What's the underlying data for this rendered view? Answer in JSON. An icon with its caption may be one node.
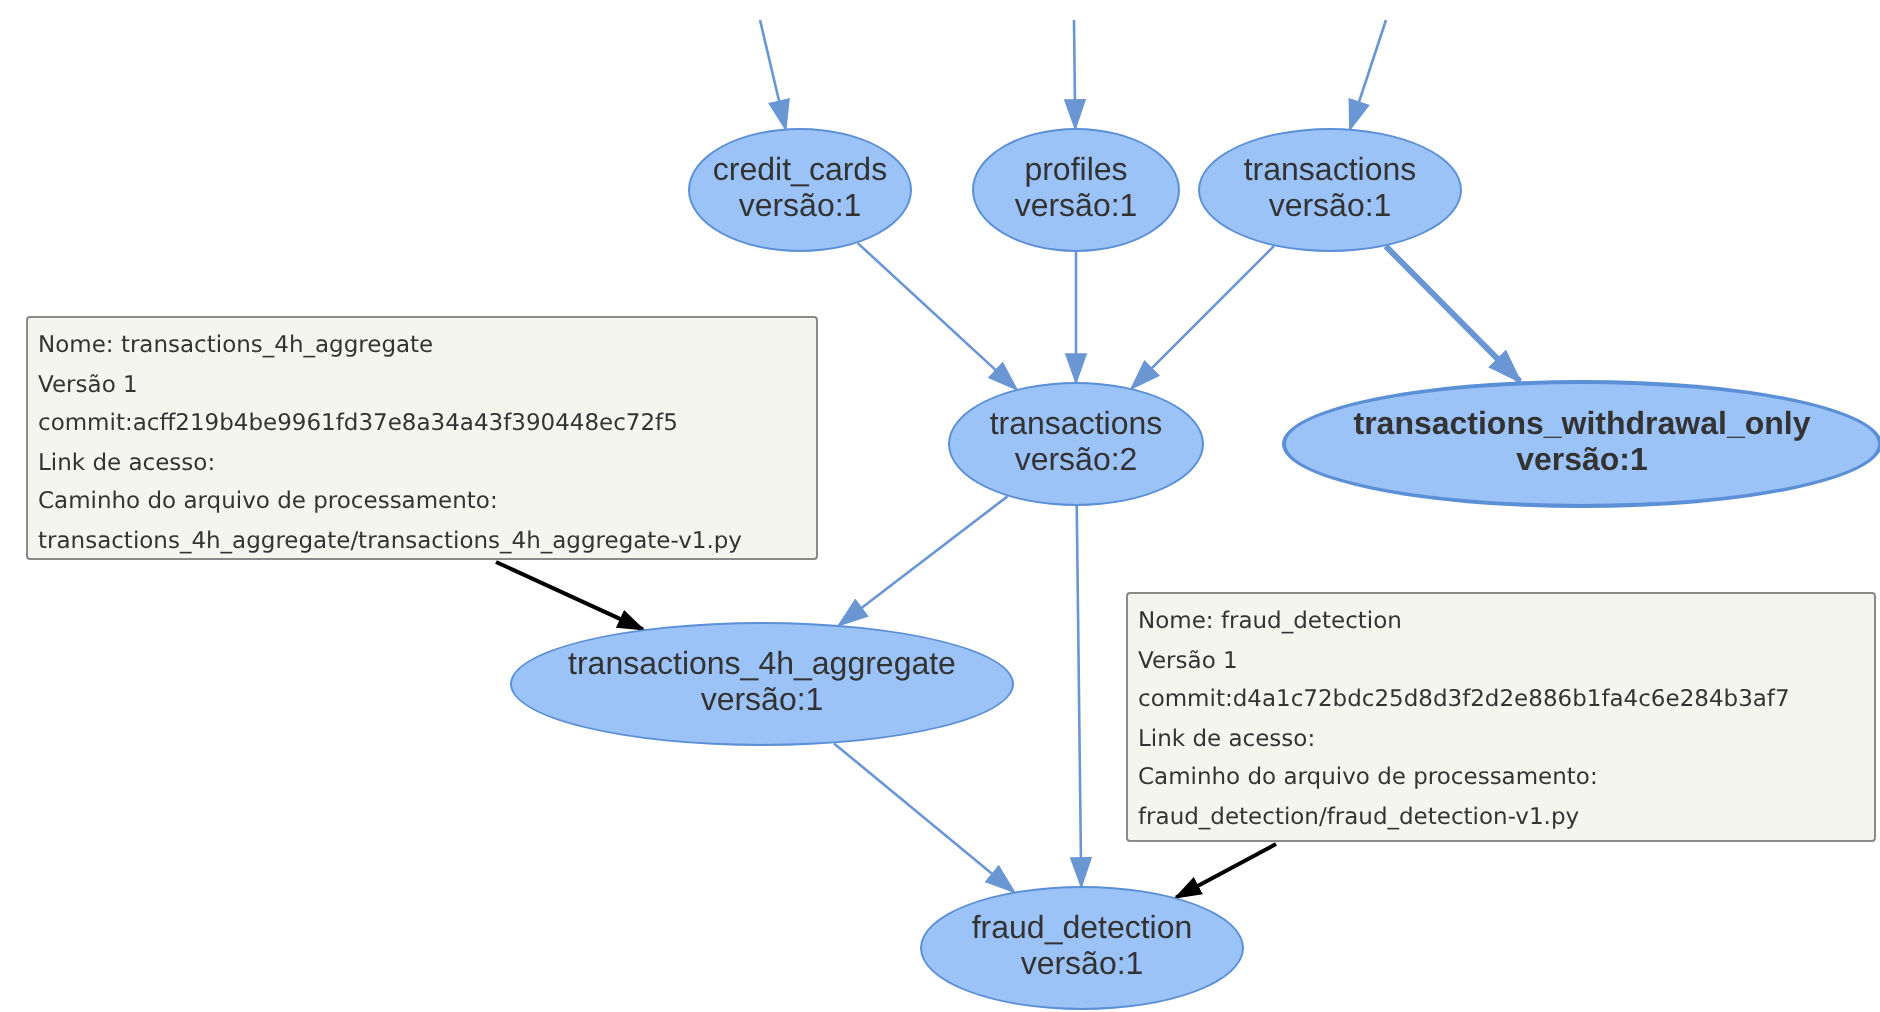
{
  "diagram": {
    "nodes": [
      {
        "text": [
          "credit_cards",
          "versão:1"
        ]
      },
      {
        "text": [
          "profiles",
          "versão:1"
        ]
      },
      {
        "text": [
          "transactions",
          "versão:1"
        ]
      },
      {
        "text": [
          "transactions_withdrawal_only",
          "versão:1"
        ]
      },
      {
        "text": [
          "transactions",
          "versão:2"
        ]
      },
      {
        "text": [
          "transactions_4h_aggregate",
          "versão:1"
        ]
      },
      {
        "text": [
          "fraud_detection",
          "versão:1"
        ]
      },
      {
        "text": [
          "Nome: transactions_4h_aggregate",
          "Versão 1",
          "commit:acff219b4be9961fd37e8a34a43f390448ec72f5",
          "Link de acesso:",
          "Caminho do arquivo de processamento:",
          "transactions_4h_aggregate/transactions_4h_aggregate-v1.py"
        ]
      },
      {
        "text": [
          "Nome: fraud_detection",
          "Versão 1",
          "commit:d4a1c72bdc25d8d3f2d2e886b1fa4c6e284b3af7",
          "Link de acesso:",
          "Caminho do arquivo de processamento:",
          "fraud_detection/fraud_detection-v1.py"
        ]
      }
    ],
    "edges": [
      {
        "from": null,
        "to": 0,
        "arrow": "to"
      },
      {
        "from": null,
        "to": 1,
        "arrow": "to"
      },
      {
        "from": null,
        "to": 2,
        "arrow": "to"
      },
      {
        "from": 0,
        "to": 4,
        "arrow": "to"
      },
      {
        "from": 1,
        "to": 4,
        "arrow": "to"
      },
      {
        "from": 2,
        "to": 4,
        "arrow": "to"
      },
      {
        "from": 2,
        "to": 3,
        "arrow": "to",
        "style": "thick"
      },
      {
        "from": 4,
        "to": 5,
        "arrow": "to"
      },
      {
        "from": 4,
        "to": 6,
        "arrow": "to"
      },
      {
        "from": 5,
        "to": 6,
        "arrow": "to"
      },
      {
        "from": 7,
        "to": 5,
        "arrow": "to",
        "color": "#000000"
      },
      {
        "from": 8,
        "to": 6,
        "arrow": "to",
        "color": "#000000"
      }
    ]
  }
}
